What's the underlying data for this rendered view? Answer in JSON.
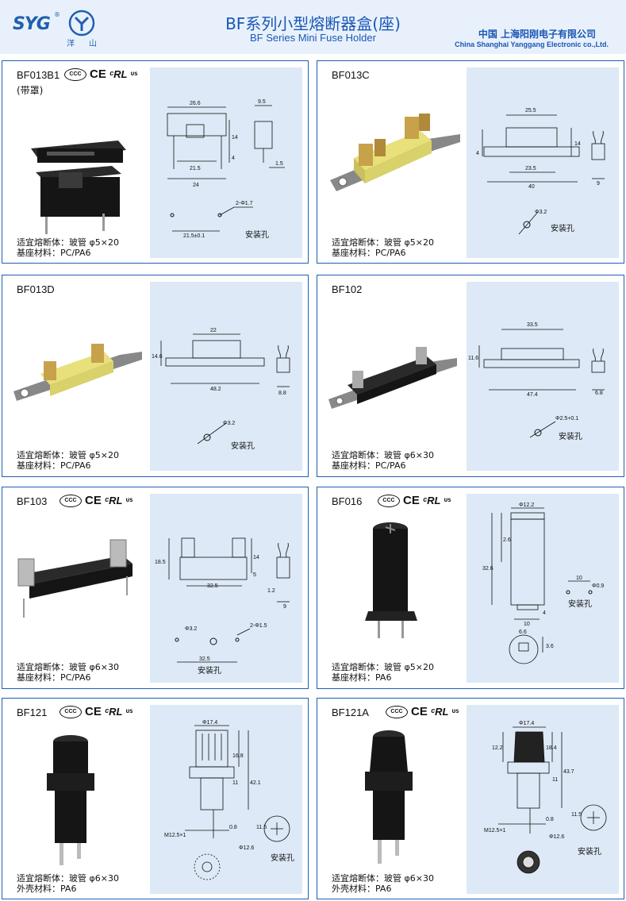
{
  "header": {
    "logo_text": "SYG",
    "logo_reg": "®",
    "logo_cap_left": "洋",
    "logo_cap_right": "山",
    "title_cn": "BF系列小型熔断器盒(座)",
    "title_en": "BF Series Mini Fuse Holder",
    "company_cn": "中国  上海阳刚电子有限公司",
    "company_en": "China Shanghai Yanggang Electronic co.,Ltd."
  },
  "certs": {
    "ccc": "CCC",
    "ce": "CE",
    "ul": "ᶜRL",
    "us": "US"
  },
  "mounting_label": "安装孔",
  "products": [
    {
      "model": "BF013B1",
      "sub": "(带罩)",
      "spec1": "适宜熔断体：玻管 φ5×20",
      "spec2": "基座材料：PC/PA6",
      "dims": {
        "a": "26.6",
        "b": "9.5",
        "c": "14",
        "d": "4",
        "e": "21.5",
        "f": "24",
        "g": "1.5",
        "h": "2-Φ1.7",
        "i": "21.5±0.1"
      }
    },
    {
      "model": "BF013C",
      "sub": "",
      "spec1": "适宜熔断体：玻管 φ5×20",
      "spec2": "基座材料：PC/PA6",
      "dims": {
        "a": "25.5",
        "b": "14",
        "c": "4",
        "d": "23.5",
        "e": "40",
        "f": "9",
        "g": "Φ3.2"
      }
    },
    {
      "model": "BF013D",
      "sub": "",
      "spec1": "适宜熔断体：玻管 φ5×20",
      "spec2": "基座材料：PC/PA6",
      "dims": {
        "a": "22",
        "b": "14.6",
        "c": "48.2",
        "d": "8.8",
        "e": "Φ3.2"
      }
    },
    {
      "model": "BF102",
      "sub": "",
      "spec1": "适宜熔断体：玻管 φ6×30",
      "spec2": "基座材料：PC/PA6",
      "dims": {
        "a": "33.5",
        "b": "11.6",
        "c": "47.4",
        "d": "6.8",
        "e": "Φ2.5+0.1"
      }
    },
    {
      "model": "BF103",
      "sub": "",
      "spec1": "适宜熔断体：玻管 φ6×30",
      "spec2": "基座材料：PC/PA6",
      "dims": {
        "a": "18.5",
        "b": "14",
        "c": "5",
        "d": "32.5",
        "e": "1.2",
        "f": "9",
        "g": "Φ3.2",
        "h": "2-Φ1.5",
        "i": "32.5"
      }
    },
    {
      "model": "BF016",
      "sub": "",
      "spec1": "适宜熔断体：玻管 φ5×20",
      "spec2": "基座材料：PA6",
      "dims": {
        "a": "Φ12.2",
        "b": "2.6",
        "c": "32.6",
        "d": "10",
        "e": "Φ0.9",
        "f": "10",
        "g": "4",
        "h": "6.6",
        "i": "3.6"
      }
    },
    {
      "model": "BF121",
      "sub": "",
      "spec1": "适宜熔断体：玻管 φ6×30",
      "spec2": "外壳材料：PA6",
      "dims": {
        "a": "Φ17.4",
        "b": "16.8",
        "c": "42.1",
        "d": "11",
        "e": "M12.5×1",
        "f": "0.8",
        "g": "11.5",
        "h": "Φ12.6"
      }
    },
    {
      "model": "BF121A",
      "sub": "",
      "spec1": "适宜熔断体：玻管 φ6×30",
      "spec2": "外壳材料：PA6",
      "dims": {
        "a": "Φ17.4",
        "b": "12.2",
        "c": "18.4",
        "d": "43.7",
        "e": "11",
        "f": "M12.5×1",
        "g": "0.8",
        "h": "11.5",
        "i": "Φ12.6"
      }
    }
  ],
  "colors": {
    "brand": "#1f5fb0",
    "panel_bg": "#dde9f6",
    "header_bg": "#e8f1fb",
    "holder_yellow": "#e8e07a",
    "holder_black": "#151515"
  }
}
